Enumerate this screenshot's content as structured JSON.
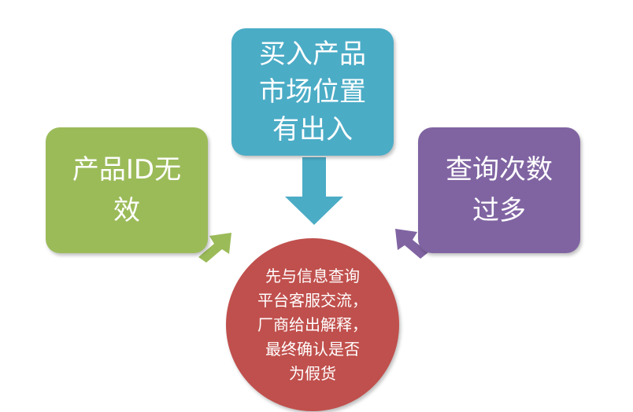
{
  "diagram": {
    "left_box": {
      "text": "产品ID无\n效",
      "color": "#9bbb59"
    },
    "top_box": {
      "text": "买入产品\n市场位置\n有出入",
      "color": "#4bacc6"
    },
    "right_box": {
      "text": "查询次数\n过多",
      "color": "#8064a2"
    },
    "center": {
      "text": "先与信息查询\n平台客服交流，\n厂商给出解释，\n最终确认是否\n为假货",
      "color": "#c0504d"
    }
  },
  "colors": {
    "left_arrow": "#9bbb59",
    "top_arrow": "#4bacc6",
    "right_arrow": "#8064a2"
  }
}
